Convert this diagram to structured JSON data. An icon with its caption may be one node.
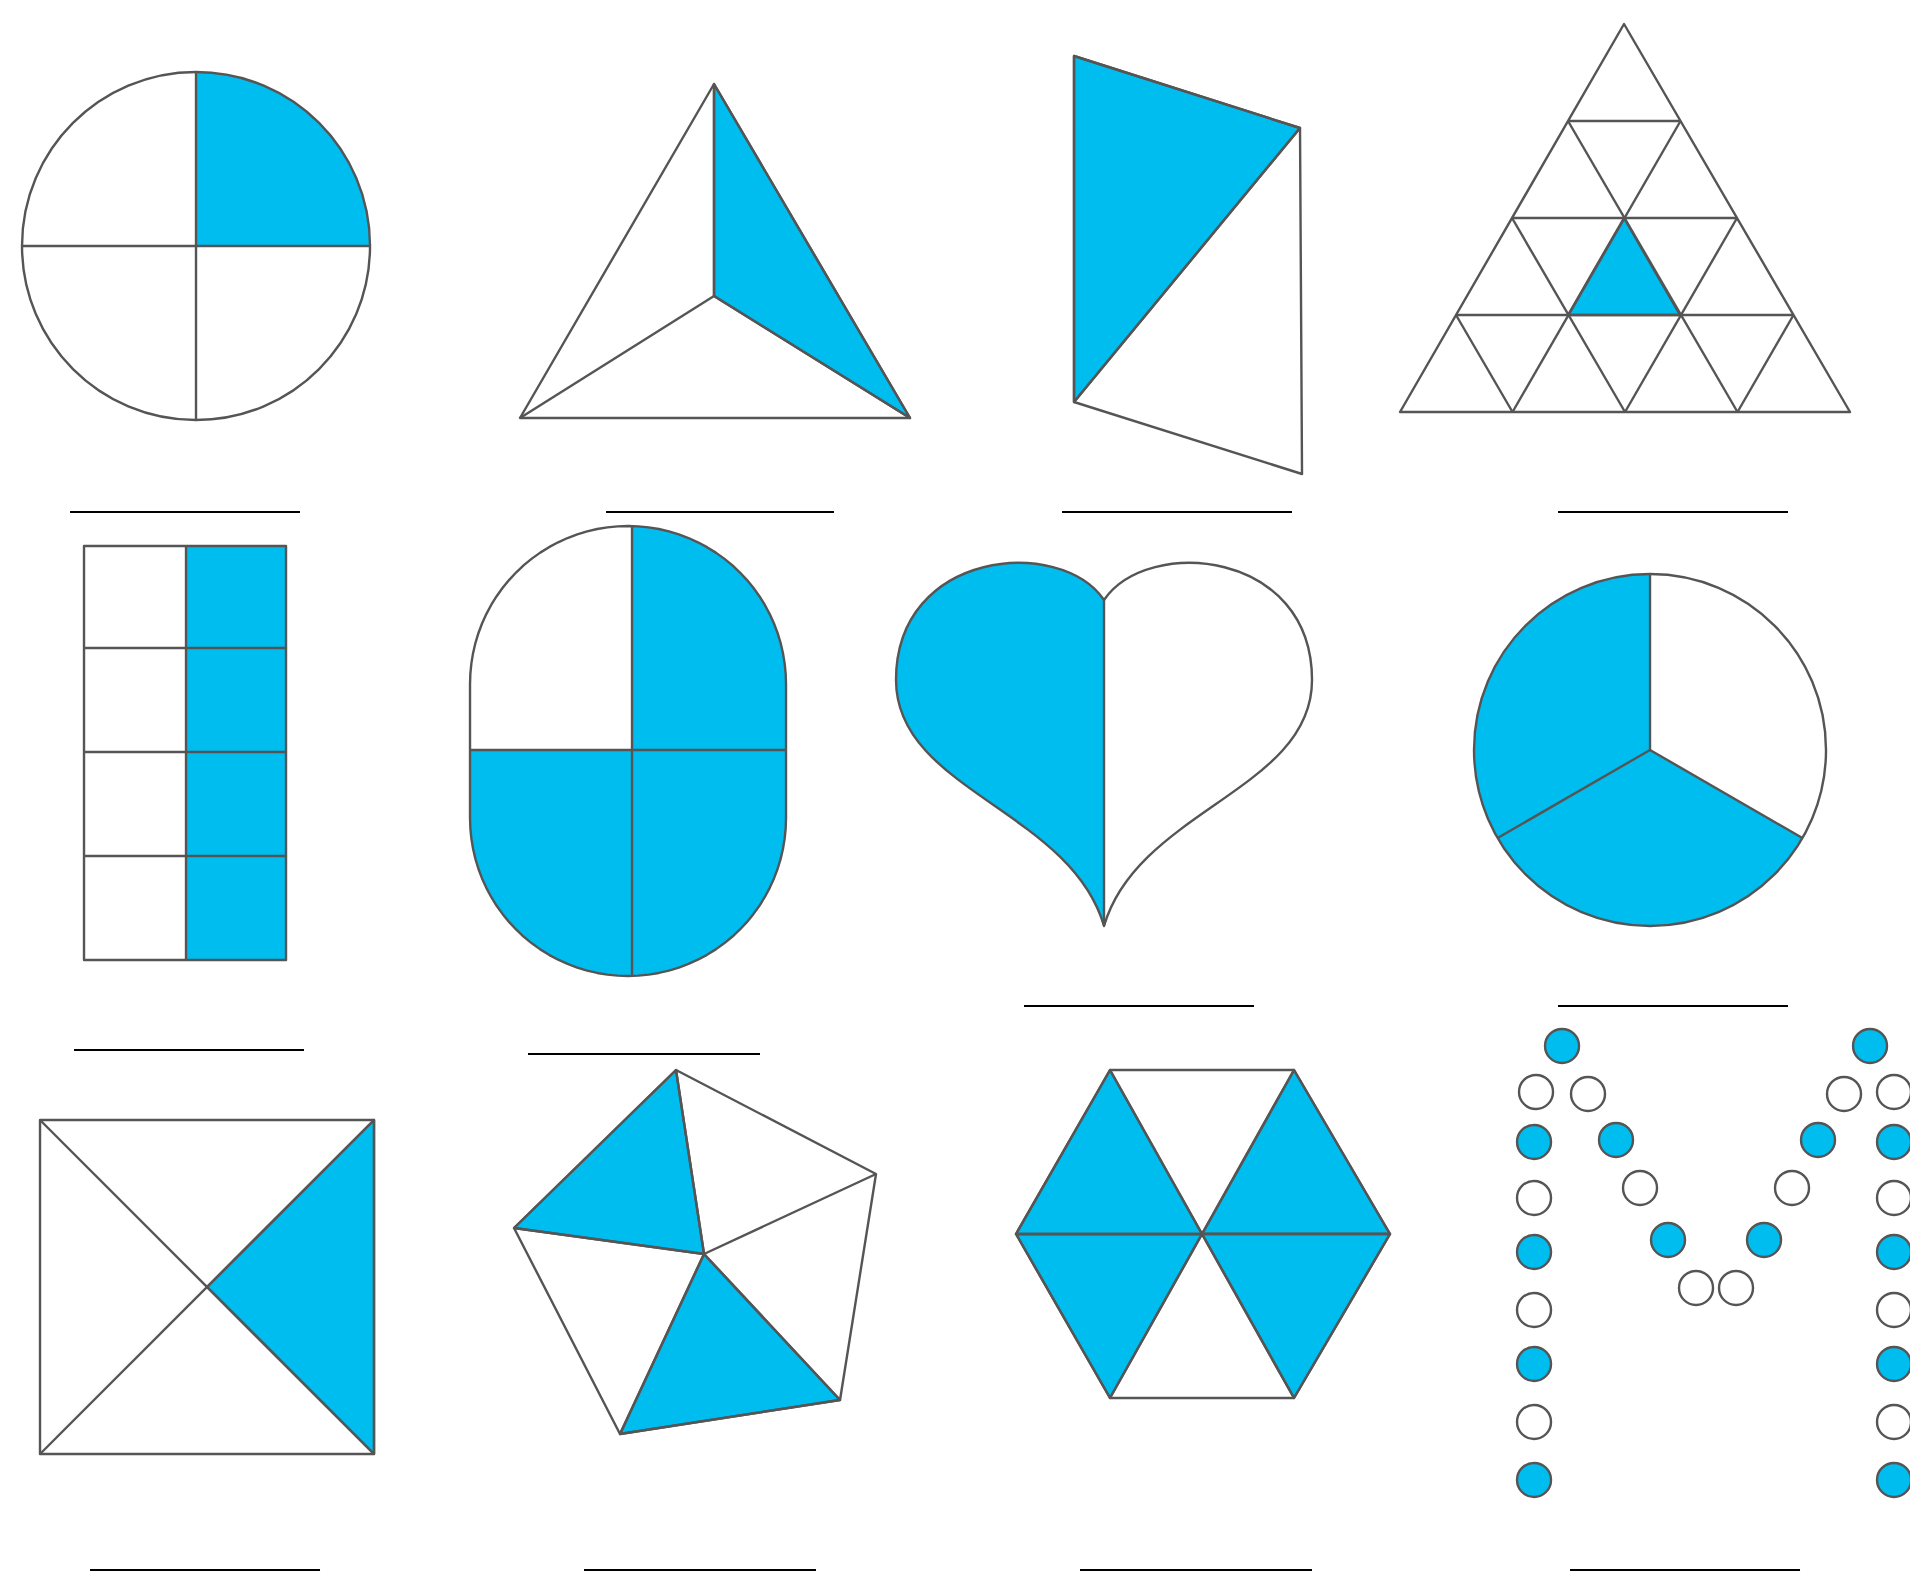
{
  "diagram": {
    "nodes": [
      {
        "text": [],
        "shape": "circle"
      },
      {
        "text": [],
        "shape": "triangle"
      },
      {
        "text": [],
        "shape": "quadrilateral"
      },
      {
        "text": [],
        "shape": "triangle"
      },
      {
        "text": [],
        "shape": "rectangle"
      },
      {
        "text": [],
        "shape": "stadium"
      },
      {
        "text": [],
        "shape": "heart"
      },
      {
        "text": [],
        "shape": "circle"
      },
      {
        "text": [],
        "shape": "square"
      },
      {
        "text": [],
        "shape": "pentagon"
      },
      {
        "text": [],
        "shape": "hexagon"
      },
      {
        "text": [],
        "shape": "dots"
      }
    ]
  }
}
